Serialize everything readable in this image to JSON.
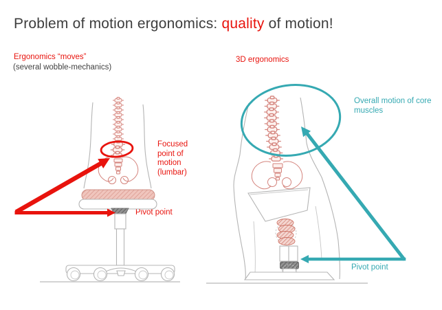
{
  "title": {
    "prefix": "Problem of motion ergonomics: ",
    "highlight": "quality",
    "suffix": " of motion!"
  },
  "colors": {
    "accent_red": "#e8130d",
    "accent_teal": "#35a9b2",
    "title_gray": "#3d3d3d",
    "outline_gray": "#b4b4b4",
    "bone_pink": "#d4837c"
  },
  "left_panel": {
    "heading": "Ergonomics “moves”",
    "subheading": "(several wobble-mechanics)",
    "focus_label": "Focused\npoint of\nmotion\n(lumbar)",
    "pivot_label": "Pivot point",
    "illustration": "person-on-wobble-stool-with-lumbar-highlight"
  },
  "right_panel": {
    "heading": "3D ergonomics",
    "overall_label": "Overall motion of core muscles",
    "pivot_label": "Pivot point",
    "illustration": "person-on-3d-spring-chair-with-core-highlight"
  }
}
